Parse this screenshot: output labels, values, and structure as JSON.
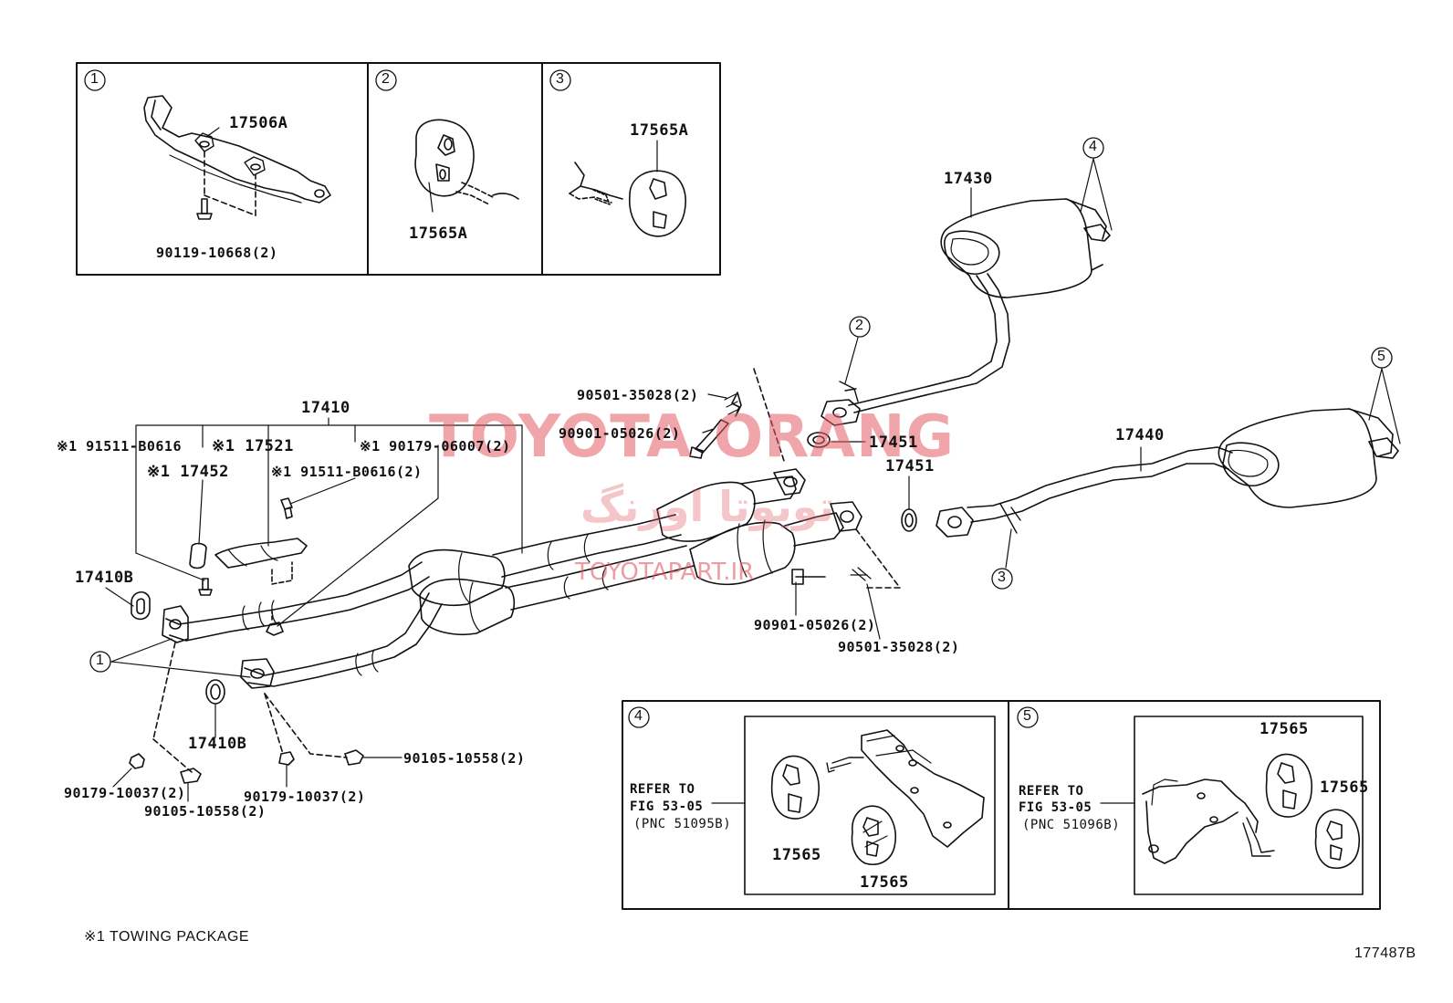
{
  "diagram_id": "177487B",
  "footnote": "※1  TOWING PACKAGE",
  "watermark": {
    "title": "TOYOTA ORANG",
    "persian": "تویوتا اورنگ",
    "site": "TOYOTAPART.IR",
    "color": "#e25c66"
  },
  "callouts": [
    "1",
    "2",
    "3",
    "4",
    "5"
  ],
  "inset_1": {
    "number": "1",
    "parts": [
      "17506A",
      "90119-10668(2)"
    ]
  },
  "inset_2": {
    "number": "2",
    "parts": [
      "17565A"
    ]
  },
  "inset_3": {
    "number": "3",
    "parts": [
      "17565A"
    ]
  },
  "inset_4": {
    "number": "4",
    "refer": [
      "REFER TO",
      "FIG 53-05",
      "(PNC 51095B)"
    ],
    "parts": [
      "17565",
      "17565"
    ]
  },
  "inset_5": {
    "number": "5",
    "refer": [
      "REFER TO",
      "FIG 53-05",
      "(PNC 51096B)"
    ],
    "parts": [
      "17565",
      "17565"
    ]
  },
  "parts": {
    "front_pipe": "17410",
    "p91511_a": "※1 91511-B0616",
    "p17521": "※1 17521",
    "p90179_06007": "※1 90179-06007(2)",
    "p17452": "※1 17452",
    "p91511_b": "※1 91511-B0616(2)",
    "gasket_17410b_top": "17410B",
    "gasket_17410b_bottom": "17410B",
    "nut_left": "90179-10037(2)",
    "bolt_left": "90105-10558(2)",
    "nut_right": "90179-10037(2)",
    "bolt_right": "90105-10558(2)",
    "spring_top": "90501-35028(2)",
    "bolt_top": "90901-05026(2)",
    "bolt_bottom": "90901-05026(2)",
    "spring_bottom": "90501-35028(2)",
    "gasket_17451_a": "17451",
    "gasket_17451_b": "17451",
    "muffler_upper": "17430",
    "muffler_lower": "17440"
  }
}
